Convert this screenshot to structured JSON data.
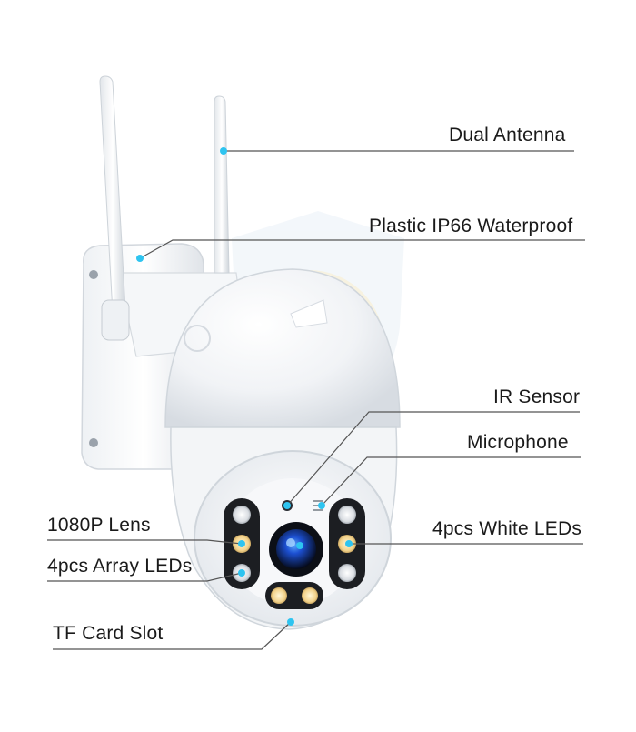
{
  "labels": {
    "dual_antenna": "Dual Antenna",
    "plastic_ip66": "Plastic IP66 Waterproof",
    "ir_sensor": "IR Sensor",
    "microphone": "Microphone",
    "white_leds": "4pcs White LEDs",
    "lens_1080p": "1080P Lens",
    "array_leds": "4pcs Array LEDs",
    "tf_card_slot": "TF Card Slot"
  },
  "colors": {
    "camera_body": "#f3f5f7",
    "camera_shadow": "#d8dde3",
    "leader_line": "#555555",
    "pointer_dot": "#2ec4f0",
    "lens_blue": "#1c4fd0",
    "led_warm": "#f2d28a",
    "watermark": "#dfe9f2"
  },
  "icons": {
    "watermark": "shield-logo-icon"
  }
}
